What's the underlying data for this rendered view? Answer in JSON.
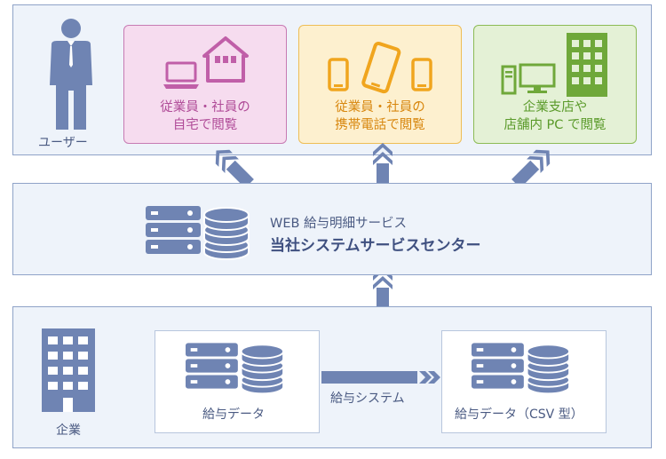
{
  "user_section": {
    "label": "ユーザー",
    "cards": [
      {
        "line1": "従業員・社員の",
        "line2": "自宅で閲覧"
      },
      {
        "line1": "従業員・社員の",
        "line2": "携帯電話で閲覧"
      },
      {
        "line1": "企業支店や",
        "line2": "店舗内 PC で閲覧"
      }
    ]
  },
  "service_section": {
    "subtitle": "WEB 給与明細サービス",
    "title": "当社システムサービスセンター"
  },
  "company_section": {
    "label": "企業",
    "source_box": "給与データ",
    "flow_label": "給与システム",
    "target_box": "給与データ（CSV 型）"
  },
  "colors": {
    "band_fill": "#eef3fa",
    "band_border": "#8fa3c8",
    "icon_blue": "#6f84b3",
    "home_fill": "#f6dcef",
    "home_border": "#c77bb3",
    "home_icon": "#c05fa8",
    "mobile_fill": "#fdf0cf",
    "mobile_border": "#eebd55",
    "mobile_icon": "#f0a51e",
    "office_fill": "#e4f1d6",
    "office_border": "#8cbb55",
    "office_icon": "#6fa83a"
  }
}
